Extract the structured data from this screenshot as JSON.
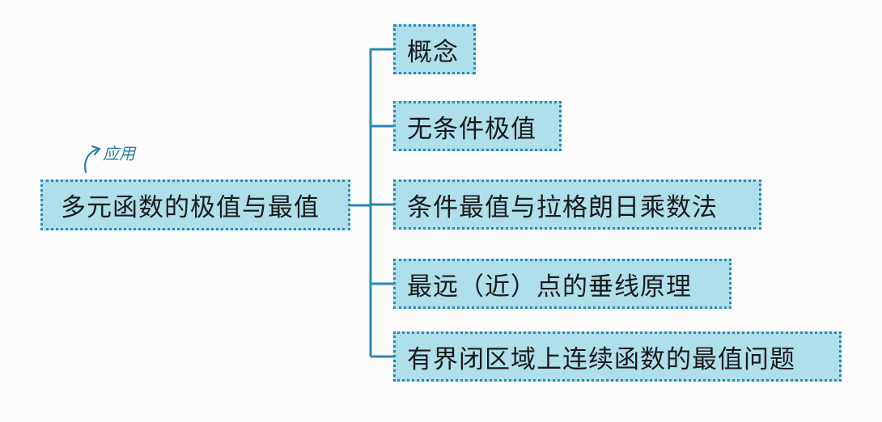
{
  "root": {
    "label": "多元函数的极值与最值"
  },
  "annotation": {
    "label": "应用"
  },
  "children": [
    {
      "label": "概念"
    },
    {
      "label": "无条件极值"
    },
    {
      "label": "条件最值与拉格朗日乘数法"
    },
    {
      "label": "最远（近）点的垂线原理"
    },
    {
      "label": "有界闭区域上连续函数的最值问题"
    }
  ],
  "colors": {
    "box_fill": "#aedfea",
    "box_border": "#2c88b6",
    "line": "#2c88b6",
    "annotation": "#2a7fae"
  }
}
